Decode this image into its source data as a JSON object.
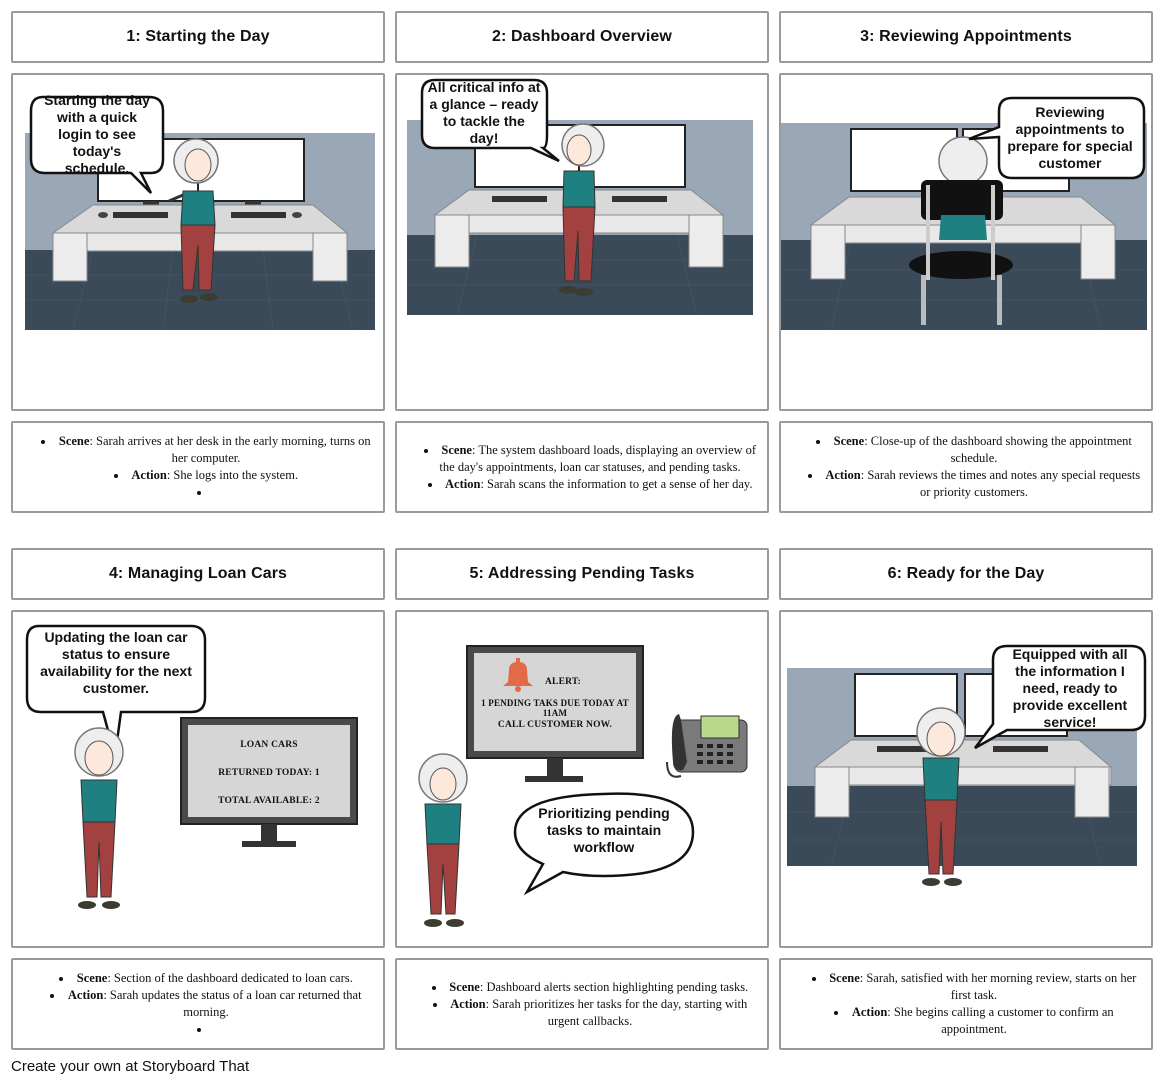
{
  "panels": [
    {
      "title": "1: Starting the Day",
      "bubble": "Starting the day with a quick login to see today's schedule.",
      "scene_label": "Scene",
      "scene": ": Sarah arrives at her desk in the early morning, turns on her computer.",
      "action_label": "Action",
      "action": ": She logs into the system."
    },
    {
      "title": "2: Dashboard Overview",
      "bubble": "All critical info at a glance – ready to tackle the day!",
      "scene_label": "Scene",
      "scene": ": The system dashboard loads, displaying an overview of the day's appointments, loan car statuses, and pending tasks.",
      "action_label": "Action",
      "action": ": Sarah scans the information to get a sense of her day."
    },
    {
      "title": "3: Reviewing Appointments",
      "bubble": "Reviewing appointments to prepare for special customer",
      "scene_label": "Scene",
      "scene": ": Close-up of the dashboard showing the appointment schedule.",
      "action_label": "Action",
      "action": ": Sarah reviews the times and notes any special requests or priority customers."
    },
    {
      "title": "4: Managing Loan Cars",
      "bubble": "Updating the loan car status to ensure availability for the next customer.",
      "monitor": {
        "line1": "LOAN CARS",
        "line2": "RETURNED TODAY: 1",
        "line3": "TOTAL AVAILABLE: 2"
      },
      "scene_label": "Scene",
      "scene": ": Section of the dashboard dedicated to loan cars.",
      "action_label": "Action",
      "action": ": Sarah updates the status of a loan car returned that morning."
    },
    {
      "title": "5: Addressing Pending Tasks",
      "bubble": "Prioritizing pending tasks to maintain workflow",
      "monitor": {
        "line1": "ALERT:",
        "line2": "1 PENDING TAKS DUE TODAY AT 11AM",
        "line3": "CALL CUSTOMER NOW."
      },
      "scene_label": "Scene",
      "scene": ": Dashboard alerts section highlighting pending tasks.",
      "action_label": "Action",
      "action": ": Sarah prioritizes her tasks for the day, starting with urgent callbacks."
    },
    {
      "title": "6: Ready for the Day",
      "bubble": "Equipped with all the information I need, ready to provide excellent service!",
      "scene_label": "Scene",
      "scene": ": Sarah, satisfied with her morning review, starts on her first task.",
      "action_label": "Action",
      "action": ": She begins calling a customer to confirm an appointment."
    }
  ],
  "footer": "Create your own at Storyboard That",
  "colors": {
    "wall": "#9aa7b6",
    "floor": "#3b4a58",
    "shirt": "#1e8080",
    "pants": "#a2413f",
    "bell": "#e26a46"
  }
}
